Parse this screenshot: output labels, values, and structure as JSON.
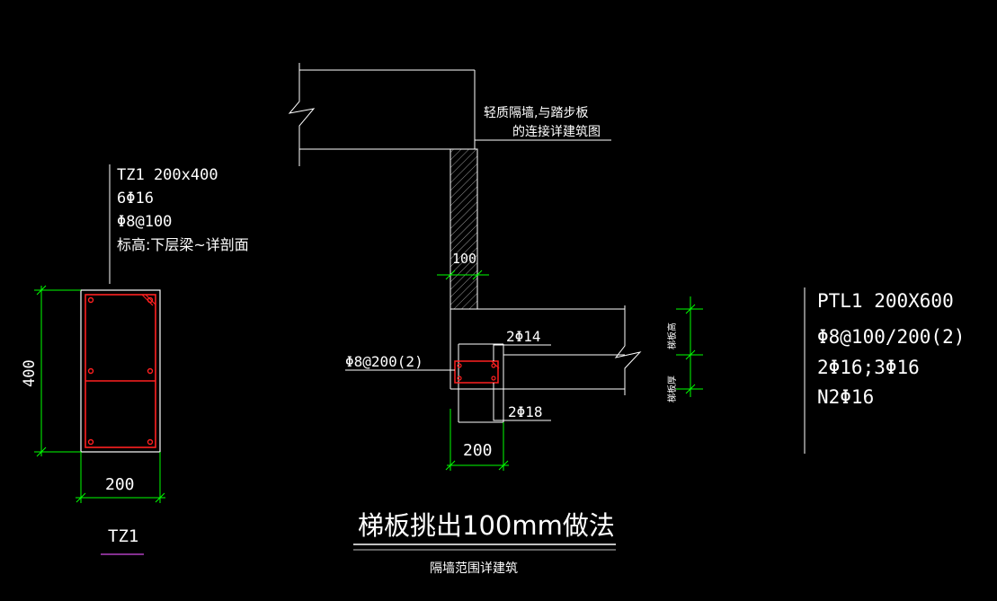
{
  "colors": {
    "background": "#000000",
    "line": "#ffffff",
    "dimension": "#00ff00",
    "rebar": "#ff2020",
    "underline_accent": "#b040c0"
  },
  "column_TZ1": {
    "spec_lines": [
      "TZ1 200x400",
      "6Φ16",
      "Φ8@100",
      "标高:下层梁~详剖面"
    ],
    "height_dim": "400",
    "width_dim": "200",
    "label": "TZ1"
  },
  "detail": {
    "wall_note_line1": "轻质隔墙,与踏步板",
    "wall_note_line2": "的连接详建筑图",
    "wall_thickness_dim": "100",
    "stirrup_label": "Φ8@200(2)",
    "top_bar_label": "2Φ14",
    "bottom_bar_label": "2Φ18",
    "beam_width_dim": "200",
    "side_label_upper": "梯板高",
    "side_label_lower": "梯板厚"
  },
  "beam_PTL1": {
    "spec_lines": [
      "PTL1 200X600",
      "Φ8@100/200(2)",
      "2Φ16;3Φ16",
      "N2Φ16"
    ]
  },
  "title": {
    "main": "梯板挑出100mm做法",
    "sub": "隔墙范围详建筑"
  }
}
